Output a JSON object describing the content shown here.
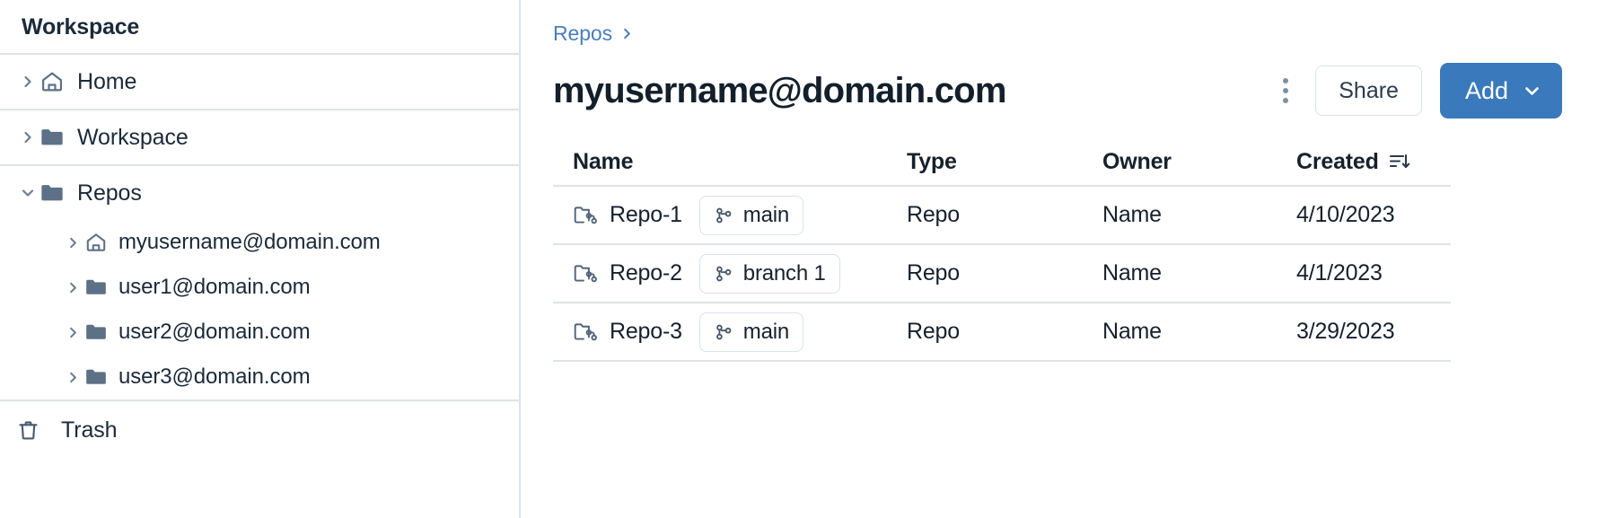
{
  "sidebar": {
    "title": "Workspace",
    "sections": [
      {
        "items": [
          {
            "label": "Home",
            "icon": "home-icon",
            "chevron": "chevron-right-icon",
            "level": 0
          }
        ]
      },
      {
        "items": [
          {
            "label": "Workspace",
            "icon": "folder-icon",
            "chevron": "chevron-right-icon",
            "level": 0
          }
        ]
      },
      {
        "items": [
          {
            "label": "Repos",
            "icon": "folder-icon",
            "chevron": "chevron-down-icon",
            "level": 0
          },
          {
            "label": "myusername@domain.com",
            "icon": "home-icon",
            "chevron": "chevron-right-icon",
            "level": 1
          },
          {
            "label": "user1@domain.com",
            "icon": "folder-icon",
            "chevron": "chevron-right-icon",
            "level": 1
          },
          {
            "label": "user2@domain.com",
            "icon": "folder-icon",
            "chevron": "chevron-right-icon",
            "level": 1
          },
          {
            "label": "user3@domain.com",
            "icon": "folder-icon",
            "chevron": "chevron-right-icon",
            "level": 1
          }
        ]
      }
    ],
    "trash": {
      "label": "Trash",
      "icon": "trash-icon"
    }
  },
  "breadcrumb": {
    "items": [
      {
        "label": "Repos"
      }
    ],
    "separator_icon": "chevron-right-icon"
  },
  "header": {
    "title": "myusername@domain.com",
    "kebab_icon": "more-vertical-icon",
    "share_label": "Share",
    "add_label": "Add",
    "add_chevron_icon": "chevron-down-icon"
  },
  "table": {
    "columns": [
      {
        "key": "name",
        "label": "Name"
      },
      {
        "key": "type",
        "label": "Type"
      },
      {
        "key": "owner",
        "label": "Owner"
      },
      {
        "key": "created",
        "label": "Created",
        "sort_icon": "sort-descending-icon"
      }
    ],
    "rows": [
      {
        "name": "Repo-1",
        "branch": "main",
        "type": "Repo",
        "owner": "Name",
        "created": "4/10/2023",
        "icon": "repo-folder-icon",
        "branch_icon": "git-branch-icon"
      },
      {
        "name": "Repo-2",
        "branch": "branch 1",
        "type": "Repo",
        "owner": "Name",
        "created": "4/1/2023",
        "icon": "repo-folder-icon",
        "branch_icon": "git-branch-icon"
      },
      {
        "name": "Repo-3",
        "branch": "main",
        "type": "Repo",
        "owner": "Name",
        "created": "3/29/2023",
        "icon": "repo-folder-icon",
        "branch_icon": "git-branch-icon"
      }
    ]
  },
  "colors": {
    "accent": "#3a79bb",
    "link": "#4a7ebb",
    "text": "#16212d",
    "border": "#dde3ea",
    "icon": "#5d7186"
  }
}
